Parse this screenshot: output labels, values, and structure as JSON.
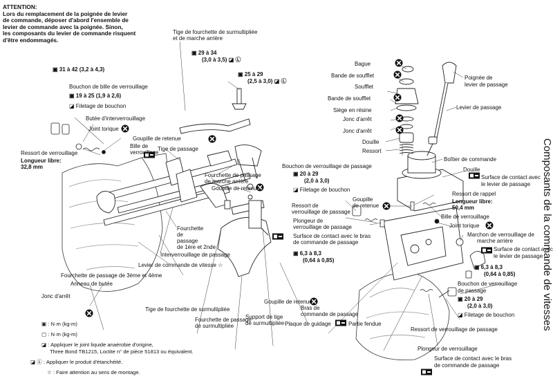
{
  "attention": {
    "heading": "ATTENTION:",
    "lines": [
      "Lors du remplacement de la poignée de levier",
      "de commande, déposer d'abord l'ensemble de",
      "levier de commande avec la poignée. Sinon,",
      "les composants du levier de commande risquent",
      "d'être endommagés."
    ]
  },
  "side_title": "Composants de la commande de vitesses",
  "labels": {
    "torque_31_42": "31 à 42 (3,2 à 4,3)",
    "bouchon_bille": "Bouchon de bille de verrouillage",
    "torque_19_25": "19 à 25 (1,9 à 2,6)",
    "filetage_bouchon": "Filetage de bouchon",
    "butee_interverrouillage": "Butée d'interverrouillage",
    "joint_torique_left": "Joint torique",
    "goupille_retenue_1": "Goupille de retenue",
    "bille_verrouillage_1": "Bille de",
    "bille_verrouillage_2": "verrouillage",
    "ressort_verrouillage_left": "Ressort de verrouillage",
    "longueur_libre_left": "Longueur libre:",
    "longueur_left_value": "32,8 mm",
    "tige_surmultipliee_1": "Tige de fourchette de surmultipliée",
    "tige_surmultipliee_2": "et de marche arrière",
    "torque_29_34": "29 à 34",
    "torque_29_34_kg": "(3,0 à 3,5)",
    "torque_25_29": "25 à 29",
    "torque_25_29_kg": "(2,5 à 3,0)",
    "tige_passage": "Tige de passage",
    "fourchette_marche_ar_1": "Fourchette de passage",
    "fourchette_marche_ar_2": "de marche arrière",
    "goupille_retenue_2": "Goupille de retenue",
    "fourchette_1ere_1": "Fourchette",
    "fourchette_1ere_2": "de",
    "fourchette_1ere_3": "passage",
    "fourchette_1ere_4": "de 1ère et 2nde",
    "interverrouillage_passage": "Interverrouillage de passage",
    "levier_commande_vitesse": "Levier de commande de vitesse ☆",
    "fourchette_3eme": "Fourchette de passage de 3ème et 4ème",
    "anneau_butee": "Anneau de butée",
    "jonc_arret_left": "Jonc d'arrêt",
    "tige_fourchette_surm": "Tige de fourchette de surmultipliée",
    "fourchette_surm_1": "Fourchette de passage",
    "fourchette_surm_2": "de surmultipliée",
    "support_tige_1": "Support de tige",
    "support_tige_2": "de surmultipliée",
    "goupille_retenue_3": "Goupille de retenue",
    "bras_commande_1": "Bras de",
    "bras_commande_2": "commande de passage",
    "plaque_guidage": "Plaque de guidage",
    "partie_fendue": "Partie fendue",
    "bouchon_verrouillage_passage": "Bouchon de verrouillage de passage",
    "torque_20_29_a": "20 à 29",
    "torque_20_29_a_kg": "(2,0 à 3,0)",
    "filetage_bouchon_2": "Filetage de bouchon",
    "ressort_verrouillage_passage_1": "Ressort de",
    "ressort_verrouillage_passage_2": "verrouillage de passage",
    "goupille_retenue_4_1": "Goupille",
    "goupille_retenue_4_2": "de retenue",
    "plongeur_verrouillage_1": "Plongeur de",
    "plongeur_verrouillage_2": "verrouillage de passage",
    "surface_contact_bras_1": "Surface de contact avec le bras",
    "surface_contact_bras_2": "de commande de passage",
    "torque_6_3": "6,3 à 8,3",
    "torque_6_3_kg": "(0,64 à 0,85)",
    "bague": "Bague",
    "bande_soufflet_1": "Bande de soufflet",
    "soufflet": "Soufflet",
    "bande_soufflet_2": "Bande de soufflet",
    "siege_resine": "Siège en résine",
    "jonc_arret_r1": "Jonc d'arrêt",
    "jonc_arret_r2": "Jonc d'arrêt",
    "douille_1": "Douille",
    "ressort": "Ressort",
    "poignee_1": "Poignée de",
    "poignee_2": "levier de passage",
    "levier_passage": "Levier de passage",
    "boitier_commande": "Boîtier de commande",
    "douille_2": "Douille",
    "surface_contact_levier_1": "Surface de contact avec",
    "surface_contact_levier_2": "le levier de passage",
    "ressort_rappel": "Ressort de rappel",
    "longueur_libre_right": "Longueur libre:",
    "longueur_right_value": "50,4 mm",
    "bille_verrouillage_r": "Bille de verrouillage",
    "joint_torique_right": "Joint torique",
    "marchon_1": "Marchon de verrouillage de",
    "marchon_2": "marche arrière",
    "surface_contact_levier_r1": "Surface de contact avec",
    "surface_contact_levier_r2": "le levier de passage",
    "torque_6_3_r": "6,3 à 8,3",
    "torque_6_3_r_kg": "(0,64 à 0,85)",
    "bouchon_verrouillage_mar_1": "Bouchon de verrouillage",
    "bouchon_verrouillage_mar_2": "de passage",
    "torque_20_29_b": "20 à 29",
    "torque_20_29_b_kg": "(2,0 à 3,0)",
    "filetage_bouchon_3": "Filetage de bouchon",
    "ressort_verrouillage_passage_r": "Ressort de verrouillage de passage",
    "plongeur_verrouillage_r": "Plongeur de verrouillage",
    "surface_contact_bras_r1": "Surface de contact avec le bras",
    "surface_contact_bras_r2": "de commande de passage"
  },
  "legend": [
    {
      "icon": "torque-wrench-icon",
      "text": ": N·m (kg-m)"
    },
    {
      "icon": "torque-wrench-outline-icon",
      "text": ": N·m (kg-m)"
    },
    {
      "icon": "sealant-icon",
      "text": ": Appliquer le joint liquide anaérobie d'origine,"
    },
    {
      "icon": "",
      "text": "Three Bond TB1215, Loctite n° de pièce 51813 ou équivalent."
    },
    {
      "icon": "sealant-l-icon",
      "text": ": Appliquer le produit d'étanchéité."
    },
    {
      "icon": "star-icon",
      "text": ": Faire attention au sens de montage."
    }
  ]
}
